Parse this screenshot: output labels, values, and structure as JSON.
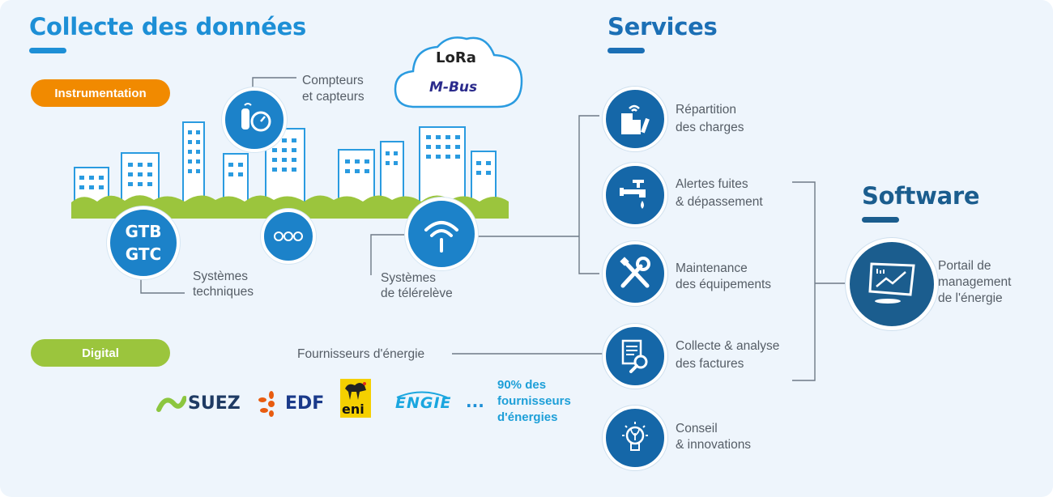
{
  "sections": {
    "collecte_title": "Collecte des données",
    "services_title": "Services",
    "software_title": "Software"
  },
  "pills": {
    "instrumentation": "Instrumentation",
    "digital": "Digital"
  },
  "cloud": {
    "lora": "LoRa",
    "mbus": "M-Bus"
  },
  "labels": {
    "compteurs_line1": "Compteurs",
    "compteurs_line2": "et capteurs",
    "systemes_tech_line1": "Systèmes",
    "systemes_tech_line2": "techniques",
    "systemes_tele_line1": "Systèmes",
    "systemes_tele_line2": "de télérelève",
    "gtb": "GTB",
    "gtc": "GTC",
    "fournisseurs": "Fournisseurs d'énergie"
  },
  "suppliers": {
    "suez": "SUEZ",
    "edf": "EDF",
    "eni": "eni",
    "engie": "ENGIE",
    "ellipsis": "...",
    "percent_line1": "90% des",
    "percent_line2": "fournisseurs",
    "percent_line3": "d'énergies"
  },
  "services": [
    {
      "line1": "Répartition",
      "line2": "des charges",
      "icon": "building-meter-icon"
    },
    {
      "line1": "Alertes fuites",
      "line2": "& dépassement",
      "icon": "faucet-drop-icon"
    },
    {
      "line1": "Maintenance",
      "line2": "des équipements",
      "icon": "wrench-screwdriver-icon"
    },
    {
      "line1": "Collecte & analyse",
      "line2": "des factures",
      "icon": "invoice-magnifier-icon"
    },
    {
      "line1": "Conseil",
      "line2": "& innovations",
      "icon": "lightbulb-icon"
    }
  ],
  "software": {
    "line1": "Portail de",
    "line2": "management",
    "line3": "de l'énergie"
  },
  "colors": {
    "accent_blue": "#1d8fd6",
    "dark_blue": "#1567a8",
    "orange": "#f18a00",
    "green": "#9bc53d"
  }
}
